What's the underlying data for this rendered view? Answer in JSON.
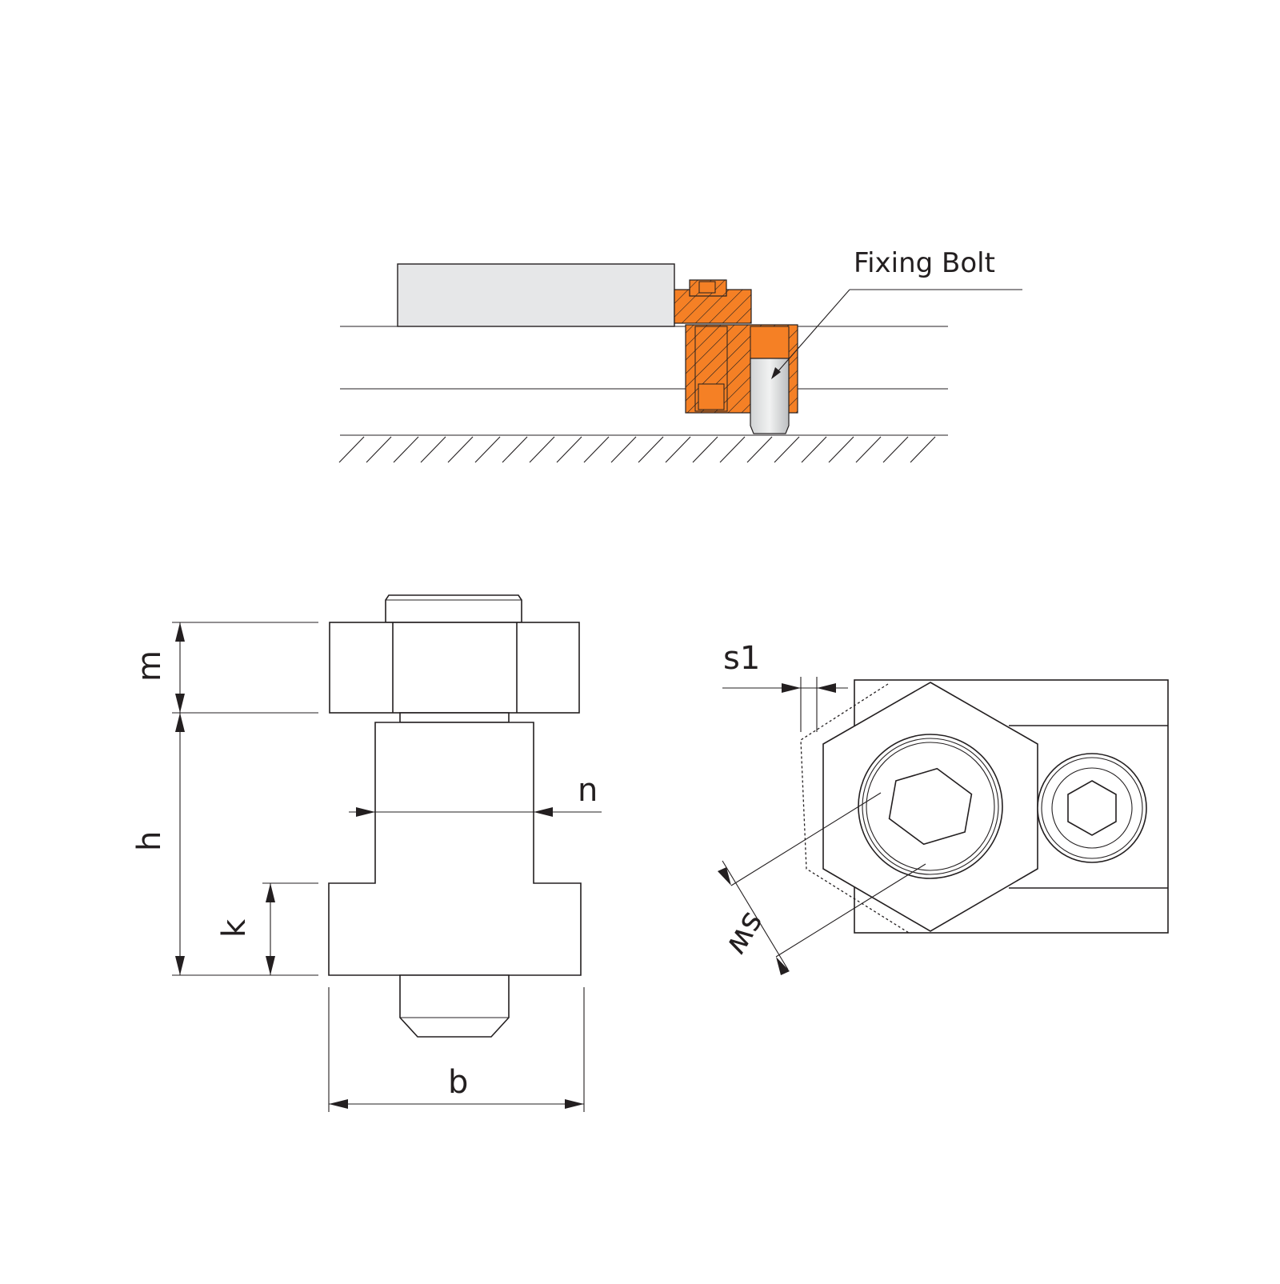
{
  "colors": {
    "line": "#231f20",
    "accent_orange": "#f58025",
    "workpiece_gray": "#e6e7e8",
    "background": "#ffffff"
  },
  "assembly_view": {
    "callout_label": "Fixing Bolt"
  },
  "front_view": {
    "dimensions": {
      "m": "m",
      "h": "h",
      "n": "n",
      "k": "k",
      "b": "b"
    }
  },
  "top_view": {
    "dimensions": {
      "s1": "s1",
      "sw": "sw"
    }
  }
}
